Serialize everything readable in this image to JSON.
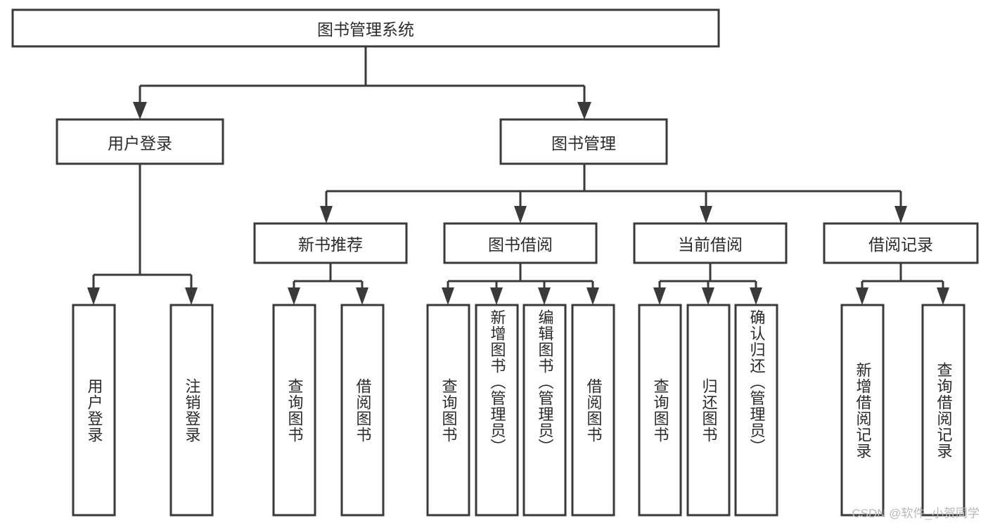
{
  "diagram": {
    "type": "tree",
    "title": "图书管理系统",
    "watermark": "CSDN @软件_小贺同学",
    "colors": {
      "box_stroke": "#3a3a3a",
      "box_fill": "#ffffff",
      "text": "#2b2b2b",
      "background": "#ffffff",
      "watermark": "#b9b9b9"
    },
    "root": {
      "label": "图书管理系统"
    },
    "level1": [
      {
        "label": "用户登录"
      },
      {
        "label": "图书管理"
      }
    ],
    "level2": [
      {
        "label": "新书推荐"
      },
      {
        "label": "图书借阅"
      },
      {
        "label": "当前借阅"
      },
      {
        "label": "借阅记录"
      }
    ],
    "leaves": {
      "user_login": [
        {
          "label": "用户登录"
        },
        {
          "label": "注销登录"
        }
      ],
      "new_book_recommend": [
        {
          "label": "查询图书"
        },
        {
          "label": "借阅图书"
        }
      ],
      "book_borrow": [
        {
          "label": "查询图书"
        },
        {
          "label": "新增图书（管理员）"
        },
        {
          "label": "编辑图书（管理员）"
        },
        {
          "label": "借阅图书"
        }
      ],
      "current_borrow": [
        {
          "label": "查询图书"
        },
        {
          "label": "归还图书"
        },
        {
          "label": "确认归还（管理员）"
        }
      ],
      "borrow_record": [
        {
          "label": "新增借阅记录"
        },
        {
          "label": "查询借阅记录"
        }
      ]
    }
  }
}
